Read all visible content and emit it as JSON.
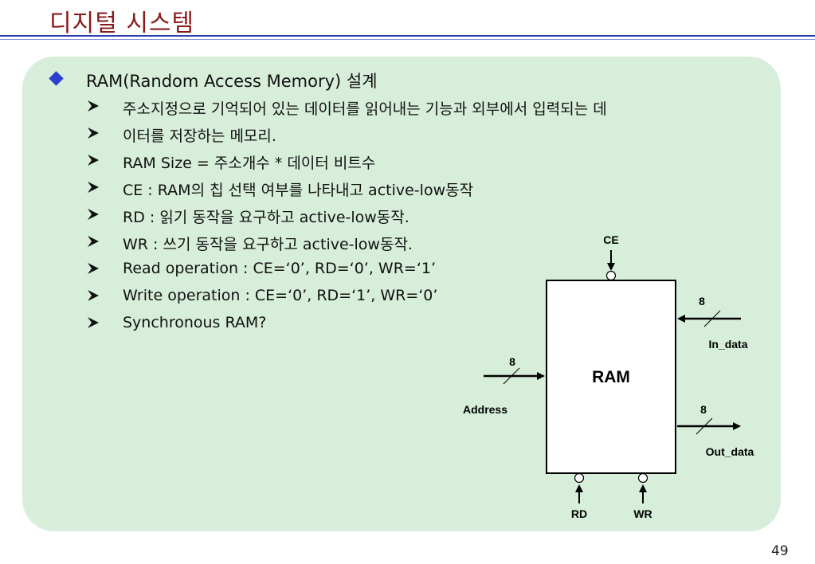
{
  "slide": {
    "title": "디지털 시스템",
    "page_number": "49"
  },
  "content": {
    "main_bullet": "RAM(Random Access Memory) 설계",
    "sub_bullets": [
      "주소지정으로 기억되어 있는 데이터를 읽어내는 기능과 외부에서 입력되는 데",
      "이터를 저장하는 메모리.",
      "RAM Size = 주소개수 * 데이터 비트수",
      "CE : RAM의 칩 선택 여부를 나타내고 active-low동작",
      "RD : 읽기 동작을 요구하고 active-low동작.",
      "WR : 쓰기 동작을 요구하고 active-low동작.",
      "Read operation : CE=‘0’, RD=‘0’, WR=‘1’",
      "Write operation : CE=‘0’, RD=‘1’, WR=‘0’",
      "Synchronous RAM?"
    ]
  },
  "diagram": {
    "block_label": "RAM",
    "ce_label": "CE",
    "in_width": "8",
    "in_label": "In_data",
    "addr_width": "8",
    "addr_label": "Address",
    "out_width": "8",
    "out_label": "Out_data",
    "rd_label": "RD",
    "wr_label": "WR"
  }
}
